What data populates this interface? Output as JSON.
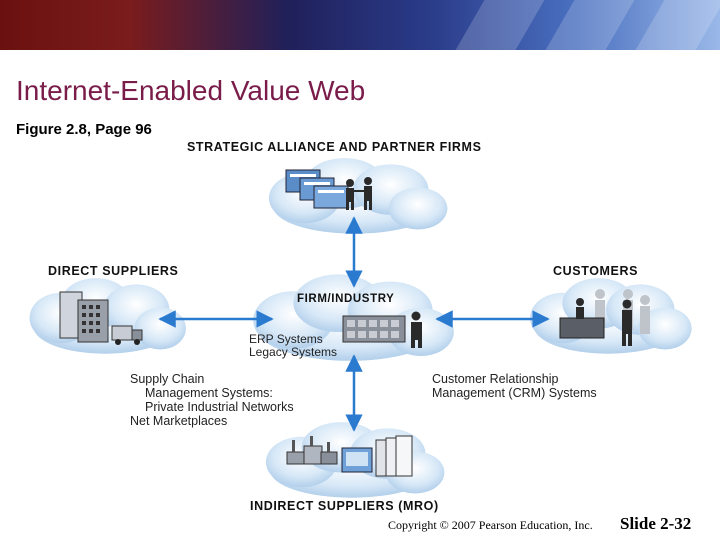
{
  "slide": {
    "title": "Internet-Enabled Value Web",
    "subtitle": "Figure 2.8, Page 96",
    "copyright": "Copyright © 2007 Pearson Education, Inc.",
    "slide_number": "Slide 2-32"
  },
  "diagram": {
    "strategic_alliance": "STRATEGIC  ALLIANCE  AND  PARTNER  FIRMS",
    "direct_suppliers": "DIRECT  SUPPLIERS",
    "customers": "CUSTOMERS",
    "firm_industry": "FIRM/INDUSTRY",
    "indirect_suppliers": "INDIRECT  SUPPLIERS  (MRO)",
    "erp_line1": "ERP Systems",
    "erp_line2": "Legacy Systems",
    "scm_line1": "Supply Chain",
    "scm_line2": "Management Systems:",
    "scm_line3": "Private Industrial Networks",
    "scm_line4": "Net Marketplaces",
    "crm_line1": "Customer Relationship",
    "crm_line2": "Management (CRM) Systems"
  },
  "colors": {
    "title": "#7a1c4a",
    "cloud_fill": "#cfe3f5",
    "arrow": "#2a7ad0"
  }
}
